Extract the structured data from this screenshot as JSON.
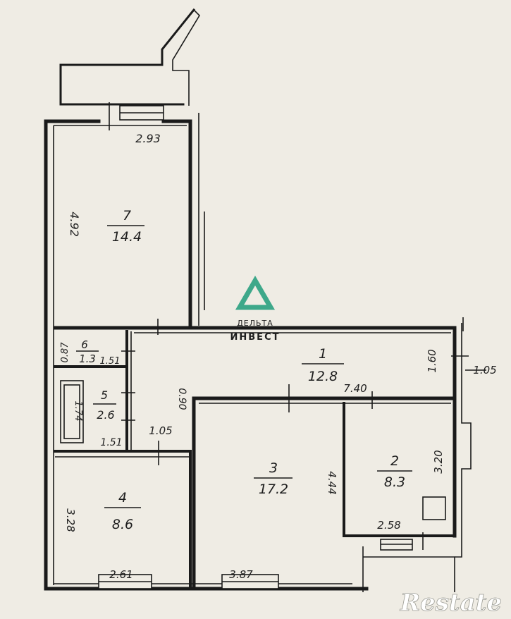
{
  "rooms": [
    {
      "id": "r1",
      "number": "1",
      "area": "12.8"
    },
    {
      "id": "r2",
      "number": "2",
      "area": "8.3"
    },
    {
      "id": "r3",
      "number": "3",
      "area": "17.2"
    },
    {
      "id": "r4",
      "number": "4",
      "area": "8.6"
    },
    {
      "id": "r5",
      "number": "5",
      "area": "2.6"
    },
    {
      "id": "r6",
      "number": "6",
      "area": "1.3"
    },
    {
      "id": "r7",
      "number": "7",
      "area": "14.4"
    }
  ],
  "dimensions": {
    "top_width": "2.93",
    "room7_depth": "4.92",
    "room6_depth": "0.87",
    "room6_width": "1.51",
    "room5_depth": "1.74",
    "room5_width": "1.51",
    "hall_passage": "0.90",
    "door_width": "1.05",
    "hall_length": "7.40",
    "hall_depth": "1.60",
    "right_offset": "1.05",
    "room3_depth": "4.44",
    "room2_depth": "3.20",
    "room2_width": "2.58",
    "room4_depth": "3.28",
    "room4_width": "2.61",
    "room3_width": "3.87"
  },
  "logo": {
    "line1": "ДЕЛЬТА",
    "line2": "ИНВЕСТ",
    "color": "#3ea88a"
  },
  "watermark": {
    "text": "Restate"
  },
  "colors": {
    "paper": "#efece4",
    "ink": "#1a1a1a"
  }
}
